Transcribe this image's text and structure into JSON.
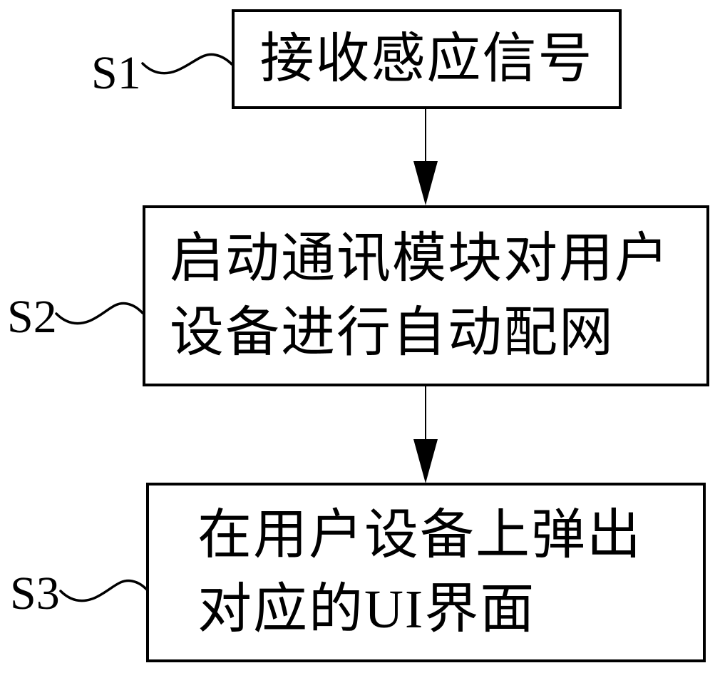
{
  "figure": {
    "type": "flowchart",
    "background_color": "#ffffff",
    "line_color": "#000000",
    "steps": [
      {
        "label": "S1",
        "lines": [
          "接收感应信号"
        ]
      },
      {
        "label": "S2",
        "lines": [
          "启动通讯模块对用户",
          "设备进行自动配网"
        ]
      },
      {
        "label": "S3",
        "lines": [
          "在用户设备上弹出",
          "对应的UI界面"
        ]
      }
    ],
    "connections": [
      {
        "from": "S1",
        "to": "S2"
      },
      {
        "from": "S2",
        "to": "S3"
      }
    ]
  }
}
